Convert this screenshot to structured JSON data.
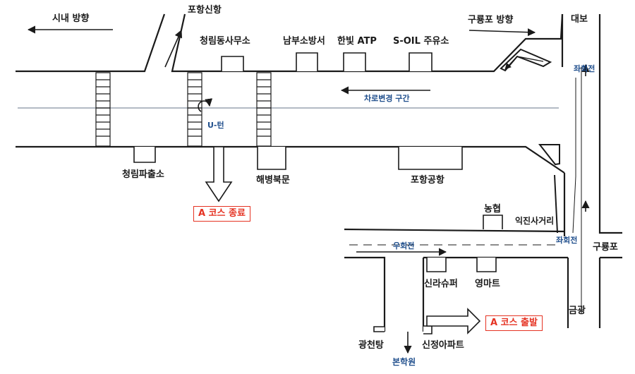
{
  "labels": {
    "downtown_direction": "시내 방향",
    "pohang_new_port": "포항신항",
    "cheongnim_office": "청림동사무소",
    "fire_station": "남부소방서",
    "hanbit_atp": "한빛 ATP",
    "soil_gas": "S-OIL 주유소",
    "guryongpo_direction": "구룡포 방향",
    "daebo": "대보",
    "left_turn_top": "좌회전",
    "lane_change": "차로변경 구간",
    "u_turn": "U-턴",
    "cheongnim_police": "청림파출소",
    "haebyeong_north_gate": "해병북문",
    "pohang_airport": "포항공항",
    "nonghyup": "농협",
    "iksin_intersection": "익진사거리",
    "right_turn": "우회전",
    "left_turn_bottom": "좌회전",
    "guryongpo": "구룡포",
    "silla_super": "신라슈퍼",
    "young_mart": "영마트",
    "geumgwang": "금광",
    "gwangcheon": "광천탕",
    "sinjeong_apt": "신정아파트",
    "bonhakwon": "본학원"
  },
  "course": {
    "end": "A 코스 종료",
    "start": "A 코스 출발"
  },
  "colors": {
    "road_line": "#1a1a1a",
    "course_box": "#e53323",
    "note_text": "#1f4e8c"
  }
}
